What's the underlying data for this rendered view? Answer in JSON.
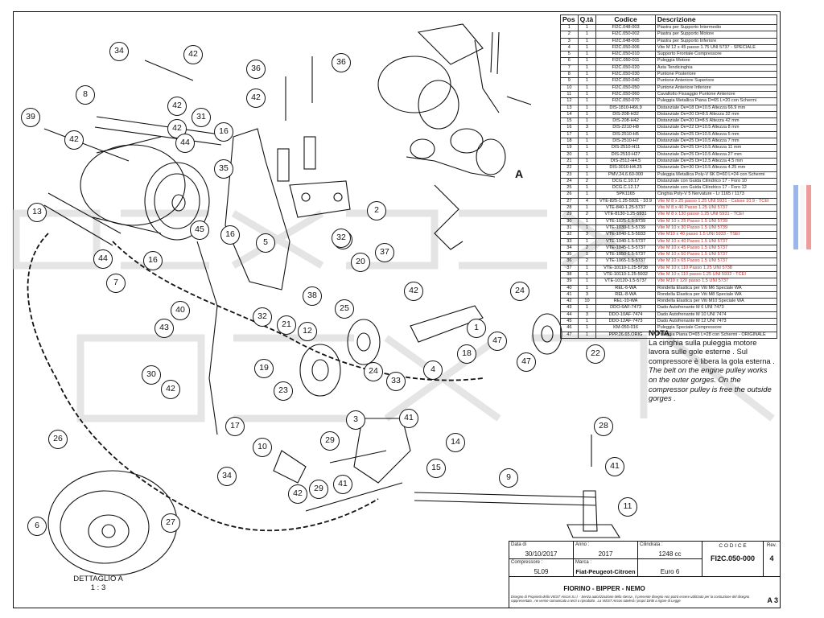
{
  "header": {
    "pos": "Pos",
    "qty": "Q.tà",
    "code": "Codice",
    "desc": "Descrizione"
  },
  "parts": [
    [
      "1",
      "1",
      "FI2C.048-003",
      "Piastra per Supporto Intermedio"
    ],
    [
      "2",
      "1",
      "FI2C.050-002",
      "Piastra per Supporto Motore"
    ],
    [
      "3",
      "1",
      "FI2C.048-005",
      "Piastra per Supporto Inferiore"
    ],
    [
      "4",
      "1",
      "FI2C.050-006",
      "Vite M 12 x 45 passo 1.75 UNI 5737 - SPECIALE"
    ],
    [
      "5",
      "1",
      "FI2C.050-010",
      "Supporto Frontale Compressore"
    ],
    [
      "6",
      "1",
      "FI2C.050-011",
      "Puleggia Motore"
    ],
    [
      "7",
      "1",
      "FI2C.050-020",
      "Asta Tendicinghia"
    ],
    [
      "8",
      "1",
      "FI2C.050-030",
      "Puntone Posteriore"
    ],
    [
      "9",
      "1",
      "FI2C.050-040",
      "Puntone Anteriore Superiore"
    ],
    [
      "10",
      "1",
      "FI2C.050-050",
      "Puntone Anteriore Inferiore"
    ],
    [
      "11",
      "1",
      "FI2C.050-060",
      "Cavallotto Fissaggio Puntone Anteriore"
    ],
    [
      "12",
      "1",
      "FI2C.050-070",
      "Puleggia Metallica Piana D=65 L=20 con Schermi"
    ],
    [
      "13",
      "1",
      "DIS-1810-H66.9",
      "Distanziale De=18 Di=10.5 Altezza 66.9 mm"
    ],
    [
      "14",
      "1",
      "DIS-208-H32",
      "Distanziale De=20 Di=8.5 Altezza 32 mm"
    ],
    [
      "15",
      "1",
      "DIS-208-H42",
      "Distanziale De=20 Di=8.5 Altezza 42 mm"
    ],
    [
      "16",
      "3",
      "DIS-2210-H8",
      "Distanziale De=22 Di=10.5 Altezza 8 mm"
    ],
    [
      "17",
      "1",
      "DIS-2510-H5",
      "Distanziale De=25 Di=10.5 Altezza 5 mm"
    ],
    [
      "18",
      "1",
      "DIS-2510-H7",
      "Distanziale De=25 Di=10.5 Altezza 7 mm"
    ],
    [
      "19",
      "1",
      "DIS-2510-H11",
      "Distanziale De=25 Di=10.5 Altezza 11 mm"
    ],
    [
      "20",
      "1",
      "DIS-2510-H27",
      "Distanziale De=25 Di=10.5 Altezza 27 mm"
    ],
    [
      "21",
      "1",
      "DIS-2512-H4.5",
      "Distanziale De=25 Di=12.5 Altezza 4.5 mm"
    ],
    [
      "22",
      "1",
      "DIS-3010-H4.25",
      "Distanziale De=30 Di=10.5 Altezza 4.25 mm"
    ],
    [
      "23",
      "1",
      "PMV.24.6.60-000",
      "Puleggia Metallica Poly-V 6K D=60 L=24 con Schermi"
    ],
    [
      "24",
      "2",
      "DCG.C.10.17",
      "Distanziale con Guida Cilindrico 17 - Foro 10"
    ],
    [
      "25",
      "1",
      "DCG.C.12.17",
      "Distanziale con Guida Cilindrico 17 - Foro 12"
    ],
    [
      "26",
      "1",
      "5PK1165",
      "Cinghia Poly-V 5 Nervature - Lr 1165 / 1173"
    ],
    [
      "27",
      "4",
      "VTE-825-1.25-5931 - 10.9",
      "Vite M 8 x 25 passo 1.25 UNI 5931 - Calsse 10.9 - TCEI"
    ],
    [
      "28",
      "1",
      "VTE-840-1.25-5737",
      "Vite M 8 x 40 Passo 1.25 UNI 5737"
    ],
    [
      "29",
      "2",
      "VTE-8130-1.25-5931",
      "Vite M 8 x 130 passo 1.25 UNI 5931 - TCEI"
    ],
    [
      "30",
      "1",
      "VTE-1025-1.5-5739",
      "Vite M 10 x 25 Passo 1.5 UNI 5739"
    ],
    [
      "31",
      "1",
      "VTE-1030-1.5-5739",
      "Vite M 10 x 30 Passo 1.5 UNI 5739"
    ],
    [
      "32",
      "3",
      "VTE-1040-1.5-5933",
      "Vite M10 x 40 passo 1.5 UNI 5933 - TSEI"
    ],
    [
      "33",
      "1",
      "VTE-1040-1.5-5737",
      "Vite M 10 x 40 Passo 1.5 UNI 5737"
    ],
    [
      "34",
      "2",
      "VTE-1045-1.5-5737",
      "Vite M 10 x 45 Passo 1.5 UNI 5737"
    ],
    [
      "35",
      "1",
      "VTE-1050-1.5-5737",
      "Vite M 10 x 50 Passo 1.5 UNI 5737"
    ],
    [
      "36",
      "2",
      "VTE-1065-1.5-5737",
      "Vite M 10 x 65 Passo 1.5 UNI 5737"
    ],
    [
      "37",
      "1",
      "VTE-10110-1.25-5738",
      "Vite M 10 x 110 Passo 1.25 UNI 5738"
    ],
    [
      "38",
      "1",
      "VTE-10110-1.25-5932",
      "Vite M 10 x 110 passo 1.25 UNI 5932 - TCEI"
    ],
    [
      "39",
      "1",
      "VTE-10120-1.5-5737",
      "Vite M10 x 120 passo 1.5 UNI 5737"
    ],
    [
      "40",
      "1",
      "REL-6-WA",
      "Rondella Elastica per Viti M6 Speciale WA"
    ],
    [
      "41",
      "3",
      "REL-8-WA",
      "Rondella Elastica per Viti M8 Speciale WA"
    ],
    [
      "42",
      "10",
      "REL-10-WA",
      "Rondella Elastica per Viti M10 Speciale WA"
    ],
    [
      "43",
      "1",
      "DDO-6AF-7473",
      "Dado Autofrenante M 6 UNI 7473"
    ],
    [
      "44",
      "3",
      "DDO-10AF-7474",
      "Dado Autofrenante M 10 UNI 7474"
    ],
    [
      "45",
      "1",
      "DDO-12AF-7473",
      "Dado Autofrenante M 12 UNI 7473"
    ],
    [
      "46",
      "1",
      "KM-050-016",
      "Puleggia Speciale Compressore"
    ],
    [
      "47",
      "1",
      "PPP.26.65.ORIG",
      "Puleggia Piana D=65 L=28 con Schermi - ORIGINALE"
    ]
  ],
  "note": {
    "title": "NOTA:",
    "it": "La cinghia sulla puleggia motore lavora sulle gole esterne . Sul compressore è libera la gola esterna .",
    "en": "The belt on the engine pulley works on the outer gorges. On the compressor pulley is free the outside gorges ."
  },
  "title_block": {
    "data_label": "Data di",
    "date": "30/10/2017",
    "anno_label": "Anno :",
    "year": "2017",
    "cil_label": "Cilindrata :",
    "displacement": "1248 cc",
    "codice_label": "C O D I C E",
    "code": "FI2C.050-000",
    "rev_label": "Rev.",
    "rev": "4",
    "comp_label": "Compressore :",
    "compressor": "5L09",
    "marca_label": "Marca :",
    "brand": "Fiat-Peugeot-Citroen",
    "model": "Euro 6",
    "vehicle": "FIORINO - BIPPER - NEMO",
    "legal": "Disegno di Proprietà della VIEST Aircon S.r.l. - Senza autorizzazione della stessa , il presente disegno non potrà essere utilizzato per la costruzione del disegno rappresentato , ne venire comunicato a terzi o riprodotto . La VIEST Aircon tutelerà i propri Diritti a rigore di Legge",
    "sheet": "A 3"
  },
  "detail": {
    "title": "DETTAGLIO A",
    "scale": "1 : 3"
  },
  "view_letter": "A",
  "callouts": [
    "34",
    "42",
    "36",
    "36",
    "42",
    "8",
    "42",
    "31",
    "16",
    "42",
    "39",
    "42",
    "44",
    "35",
    "13",
    "16",
    "44",
    "45",
    "16",
    "32",
    "37",
    "20",
    "24",
    "7",
    "38",
    "42",
    "40",
    "25",
    "43",
    "32",
    "21",
    "12",
    "1",
    "47",
    "22",
    "47",
    "18",
    "19",
    "4",
    "24",
    "33",
    "23",
    "30",
    "42",
    "17",
    "3",
    "41",
    "14",
    "26",
    "29",
    "10",
    "15",
    "9",
    "28",
    "41",
    "34",
    "42",
    "29",
    "41",
    "11",
    "6",
    "27",
    "2",
    "32",
    "5"
  ]
}
